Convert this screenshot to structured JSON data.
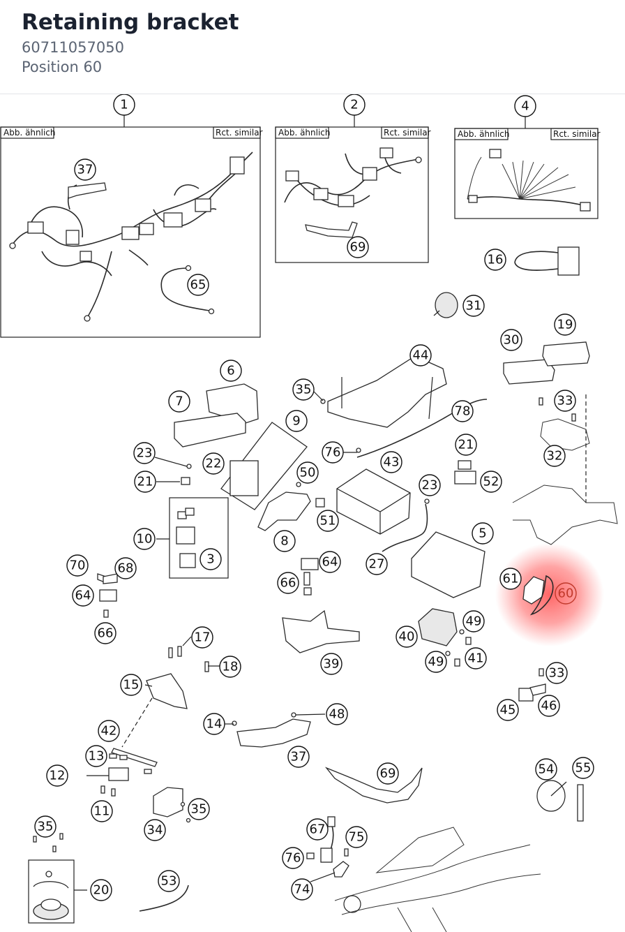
{
  "header": {
    "title": "Retaining bracket",
    "part_number": "60711057050",
    "position": "Position 60"
  },
  "box_captions": {
    "left": "Abb. ähnlich",
    "right": "Rct. similar"
  },
  "highlight": {
    "position": "60",
    "color": "#ff4d4d"
  },
  "callouts": [
    {
      "id": "c1",
      "label": "1"
    },
    {
      "id": "c2",
      "label": "2"
    },
    {
      "id": "c4",
      "label": "4"
    },
    {
      "id": "c37a",
      "label": "37"
    },
    {
      "id": "c65",
      "label": "65"
    },
    {
      "id": "c69a",
      "label": "69"
    },
    {
      "id": "c16",
      "label": "16"
    },
    {
      "id": "c31",
      "label": "31"
    },
    {
      "id": "c19",
      "label": "19"
    },
    {
      "id": "c30",
      "label": "30"
    },
    {
      "id": "c44",
      "label": "44"
    },
    {
      "id": "c6",
      "label": "6"
    },
    {
      "id": "c35a",
      "label": "35"
    },
    {
      "id": "c7",
      "label": "7"
    },
    {
      "id": "c33a",
      "label": "33"
    },
    {
      "id": "c78",
      "label": "78"
    },
    {
      "id": "c9",
      "label": "9"
    },
    {
      "id": "c32",
      "label": "32"
    },
    {
      "id": "c23a",
      "label": "23"
    },
    {
      "id": "c76a",
      "label": "76"
    },
    {
      "id": "c21a",
      "label": "21"
    },
    {
      "id": "c22",
      "label": "22"
    },
    {
      "id": "c43",
      "label": "43"
    },
    {
      "id": "c50",
      "label": "50"
    },
    {
      "id": "c21b",
      "label": "21"
    },
    {
      "id": "c52",
      "label": "52"
    },
    {
      "id": "c23b",
      "label": "23"
    },
    {
      "id": "c51",
      "label": "51"
    },
    {
      "id": "c10",
      "label": "10"
    },
    {
      "id": "c8",
      "label": "8"
    },
    {
      "id": "c5",
      "label": "5"
    },
    {
      "id": "c3",
      "label": "3"
    },
    {
      "id": "c27",
      "label": "27"
    },
    {
      "id": "c70",
      "label": "70"
    },
    {
      "id": "c68",
      "label": "68"
    },
    {
      "id": "c64a",
      "label": "64"
    },
    {
      "id": "c61",
      "label": "61"
    },
    {
      "id": "c60",
      "label": "60"
    },
    {
      "id": "c66a",
      "label": "66"
    },
    {
      "id": "c64b",
      "label": "64"
    },
    {
      "id": "c66b",
      "label": "66"
    },
    {
      "id": "c49a",
      "label": "49"
    },
    {
      "id": "c40",
      "label": "40"
    },
    {
      "id": "c17",
      "label": "17"
    },
    {
      "id": "c49b",
      "label": "49"
    },
    {
      "id": "c41",
      "label": "41"
    },
    {
      "id": "c39",
      "label": "39"
    },
    {
      "id": "c18",
      "label": "18"
    },
    {
      "id": "c33b",
      "label": "33"
    },
    {
      "id": "c15",
      "label": "15"
    },
    {
      "id": "c45",
      "label": "45"
    },
    {
      "id": "c46",
      "label": "46"
    },
    {
      "id": "c48",
      "label": "48"
    },
    {
      "id": "c14",
      "label": "14"
    },
    {
      "id": "c42",
      "label": "42"
    },
    {
      "id": "c37b",
      "label": "37"
    },
    {
      "id": "c13",
      "label": "13"
    },
    {
      "id": "c54",
      "label": "54"
    },
    {
      "id": "c55",
      "label": "55"
    },
    {
      "id": "c69b",
      "label": "69"
    },
    {
      "id": "c12",
      "label": "12"
    },
    {
      "id": "c35b",
      "label": "35"
    },
    {
      "id": "c11",
      "label": "11"
    },
    {
      "id": "c34",
      "label": "34"
    },
    {
      "id": "c35c",
      "label": "35"
    },
    {
      "id": "c67",
      "label": "67"
    },
    {
      "id": "c75",
      "label": "75"
    },
    {
      "id": "c76b",
      "label": "76"
    },
    {
      "id": "c53",
      "label": "53"
    },
    {
      "id": "c20",
      "label": "20"
    },
    {
      "id": "c74",
      "label": "74"
    }
  ]
}
